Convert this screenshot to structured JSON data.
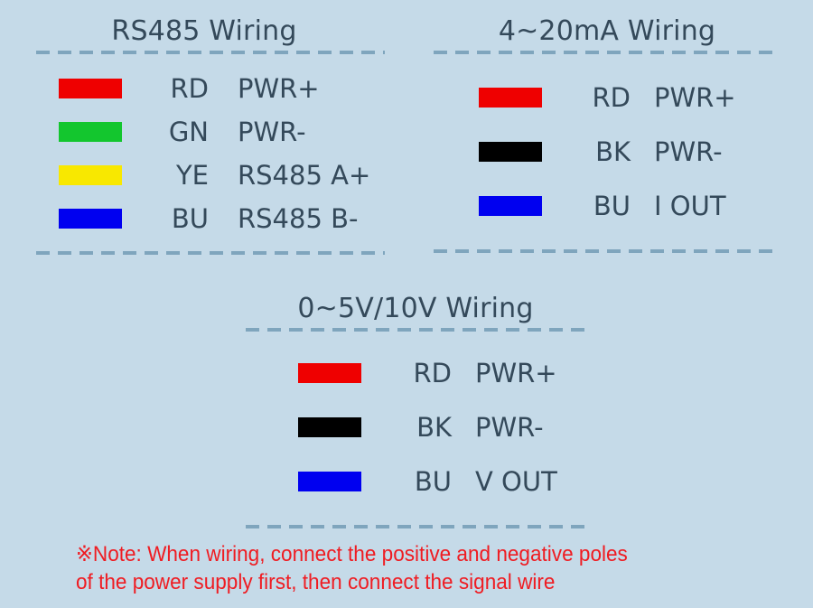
{
  "background_color": "#c5dae8",
  "text_color": "#34495a",
  "rule_color": "#7fa5bd",
  "panels": [
    {
      "id": "rs485",
      "title": "RS485 Wiring",
      "rows": [
        {
          "color": "#ef0000",
          "color_name": "red-swatch",
          "code": "RD",
          "desc": "PWR+"
        },
        {
          "color": "#13c62e",
          "color_name": "green-swatch",
          "code": "GN",
          "desc": "PWR-"
        },
        {
          "color": "#f8e800",
          "color_name": "yellow-swatch",
          "code": "YE",
          "desc": "RS485 A+"
        },
        {
          "color": "#0000f0",
          "color_name": "blue-swatch",
          "code": "BU",
          "desc": "RS485 B-"
        }
      ]
    },
    {
      "id": "current-420ma",
      "title": "4~20mA Wiring",
      "rows": [
        {
          "color": "#ef0000",
          "color_name": "red-swatch",
          "code": "RD",
          "desc": "PWR+"
        },
        {
          "color": "#000000",
          "color_name": "black-swatch",
          "code": "BK",
          "desc": "PWR-"
        },
        {
          "color": "#0000f0",
          "color_name": "blue-swatch",
          "code": "BU",
          "desc": "I OUT"
        }
      ]
    },
    {
      "id": "voltage-0-5v-10v",
      "title": "0~5V/10V Wiring",
      "rows": [
        {
          "color": "#ef0000",
          "color_name": "red-swatch",
          "code": "RD",
          "desc": "PWR+"
        },
        {
          "color": "#000000",
          "color_name": "black-swatch",
          "code": "BK",
          "desc": "PWR-"
        },
        {
          "color": "#0000f0",
          "color_name": "blue-swatch",
          "code": "BU",
          "desc": "V OUT"
        }
      ]
    }
  ],
  "note": {
    "color": "#ef1c22",
    "line1": "※Note: When wiring, connect the positive and negative poles",
    "line2": "of the power supply first, then connect the signal wire"
  }
}
